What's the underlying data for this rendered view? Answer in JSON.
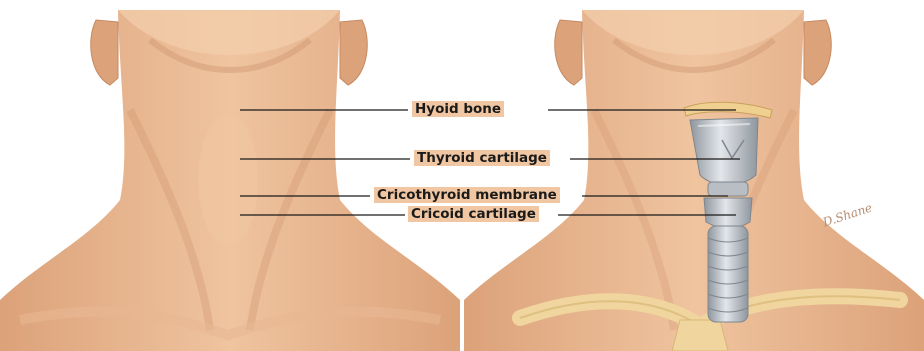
{
  "labels": {
    "hyoid": "Hyoid bone",
    "thyroid": "Thyroid cartilage",
    "cricothyroid": "Cricothyroid membrane",
    "cricoid": "Cricoid cartilage"
  },
  "colors": {
    "skin": "#e9b88f",
    "skin_shadow": "#d49a72",
    "skin_light": "#f3cfad",
    "cartilage": "#c9cdd2",
    "cartilage_dark": "#9ea4ab",
    "bone": "#f0d090",
    "leader_line": "#1a1a1a"
  }
}
